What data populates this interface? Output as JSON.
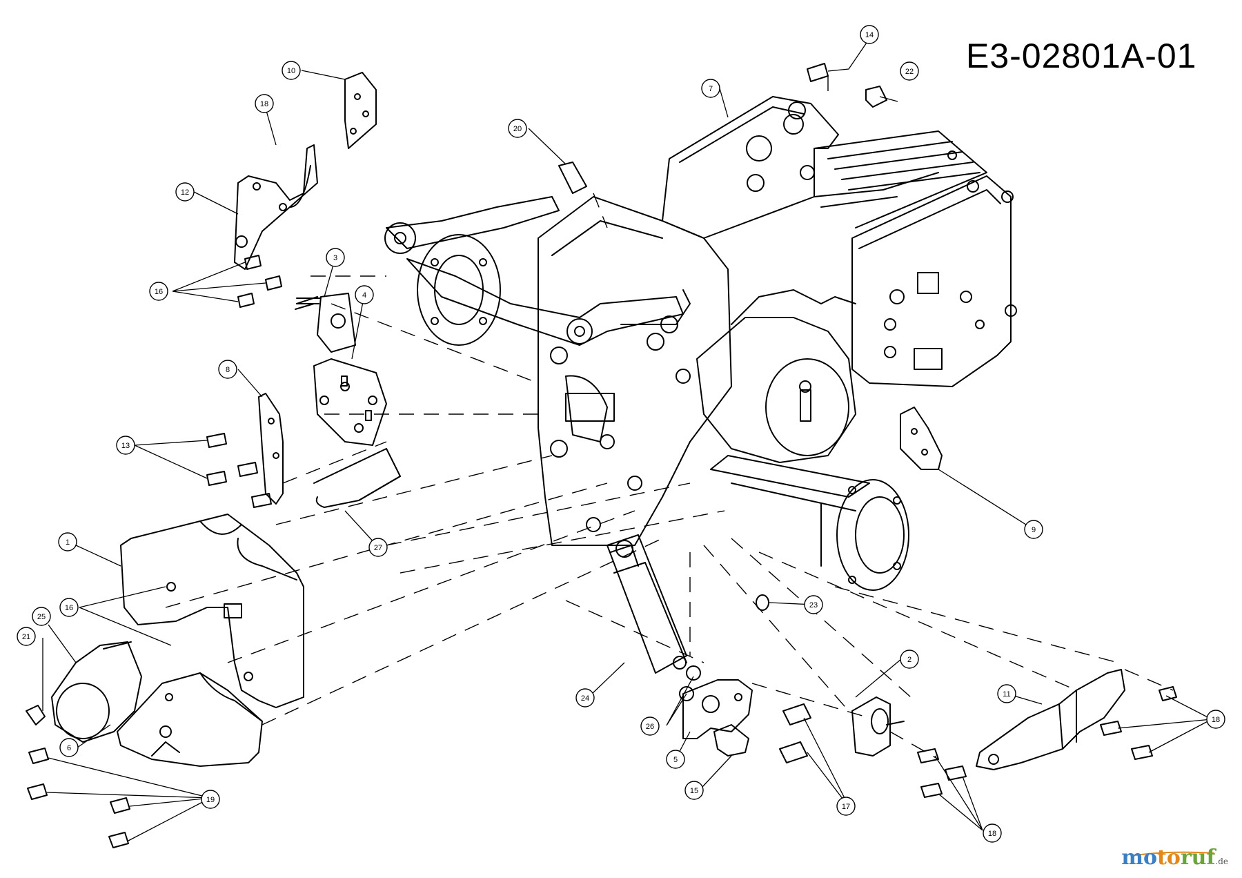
{
  "drawing_id": "E3-02801A-01",
  "brand": {
    "part1": "mo",
    "part2": "to",
    "part3": "ruf",
    "tld": ".de"
  },
  "callouts": [
    {
      "id": "c1",
      "label": "1"
    },
    {
      "id": "c2",
      "label": "2"
    },
    {
      "id": "c3",
      "label": "3"
    },
    {
      "id": "c4",
      "label": "4"
    },
    {
      "id": "c5",
      "label": "5"
    },
    {
      "id": "c6",
      "label": "6"
    },
    {
      "id": "c7",
      "label": "7"
    },
    {
      "id": "c8",
      "label": "8"
    },
    {
      "id": "c9",
      "label": "9"
    },
    {
      "id": "c10",
      "label": "10"
    },
    {
      "id": "c11",
      "label": "11"
    },
    {
      "id": "c12",
      "label": "12"
    },
    {
      "id": "c13",
      "label": "13"
    },
    {
      "id": "c14",
      "label": "14"
    },
    {
      "id": "c15",
      "label": "15"
    },
    {
      "id": "c16a",
      "label": "16"
    },
    {
      "id": "c16b",
      "label": "16"
    },
    {
      "id": "c17",
      "label": "17"
    },
    {
      "id": "c18a",
      "label": "18"
    },
    {
      "id": "c18b",
      "label": "18"
    },
    {
      "id": "c18c",
      "label": "18"
    },
    {
      "id": "c19",
      "label": "19"
    },
    {
      "id": "c20",
      "label": "20"
    },
    {
      "id": "c21",
      "label": "21"
    },
    {
      "id": "c22",
      "label": "22"
    },
    {
      "id": "c23",
      "label": "23"
    },
    {
      "id": "c24",
      "label": "24"
    },
    {
      "id": "c25",
      "label": "25"
    },
    {
      "id": "c26",
      "label": "26"
    },
    {
      "id": "c27",
      "label": "27"
    }
  ]
}
